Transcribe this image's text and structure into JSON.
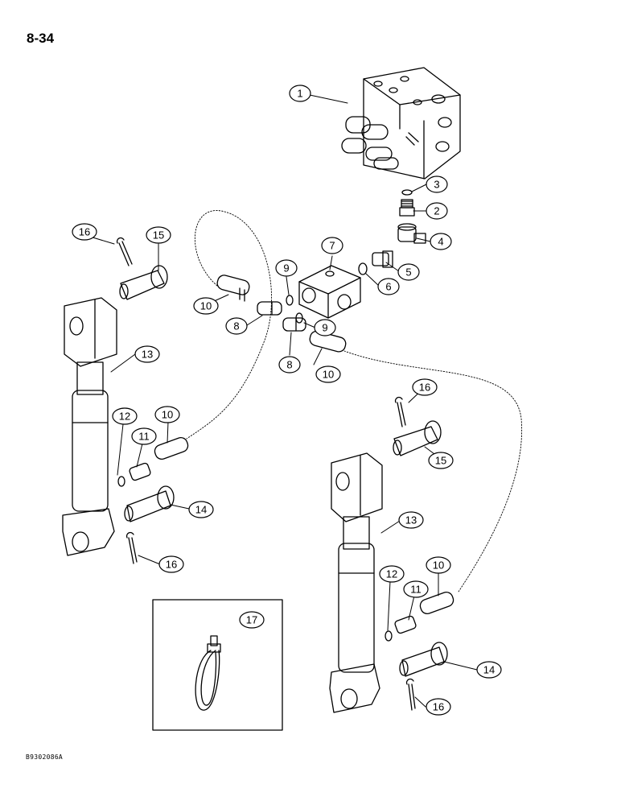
{
  "page": {
    "number": "8-34",
    "drawing_code": "B9302086A"
  },
  "callouts": [
    {
      "id": "c1",
      "label": "1"
    },
    {
      "id": "c2",
      "label": "2"
    },
    {
      "id": "c3",
      "label": "3"
    },
    {
      "id": "c4",
      "label": "4"
    },
    {
      "id": "c5",
      "label": "5"
    },
    {
      "id": "c6",
      "label": "6"
    },
    {
      "id": "c7",
      "label": "7"
    },
    {
      "id": "c8a",
      "label": "8"
    },
    {
      "id": "c8b",
      "label": "8"
    },
    {
      "id": "c9a",
      "label": "9"
    },
    {
      "id": "c9b",
      "label": "9"
    },
    {
      "id": "c10a",
      "label": "10"
    },
    {
      "id": "c10b",
      "label": "10"
    },
    {
      "id": "c10c",
      "label": "10"
    },
    {
      "id": "c10d",
      "label": "10"
    },
    {
      "id": "c11a",
      "label": "11"
    },
    {
      "id": "c11b",
      "label": "11"
    },
    {
      "id": "c12a",
      "label": "12"
    },
    {
      "id": "c12b",
      "label": "12"
    },
    {
      "id": "c13a",
      "label": "13"
    },
    {
      "id": "c13b",
      "label": "13"
    },
    {
      "id": "c14a",
      "label": "14"
    },
    {
      "id": "c14b",
      "label": "14"
    },
    {
      "id": "c15a",
      "label": "15"
    },
    {
      "id": "c15b",
      "label": "15"
    },
    {
      "id": "c16a",
      "label": "16"
    },
    {
      "id": "c16b",
      "label": "16"
    },
    {
      "id": "c16c",
      "label": "16"
    },
    {
      "id": "c16d",
      "label": "16"
    },
    {
      "id": "c17",
      "label": "17"
    }
  ]
}
